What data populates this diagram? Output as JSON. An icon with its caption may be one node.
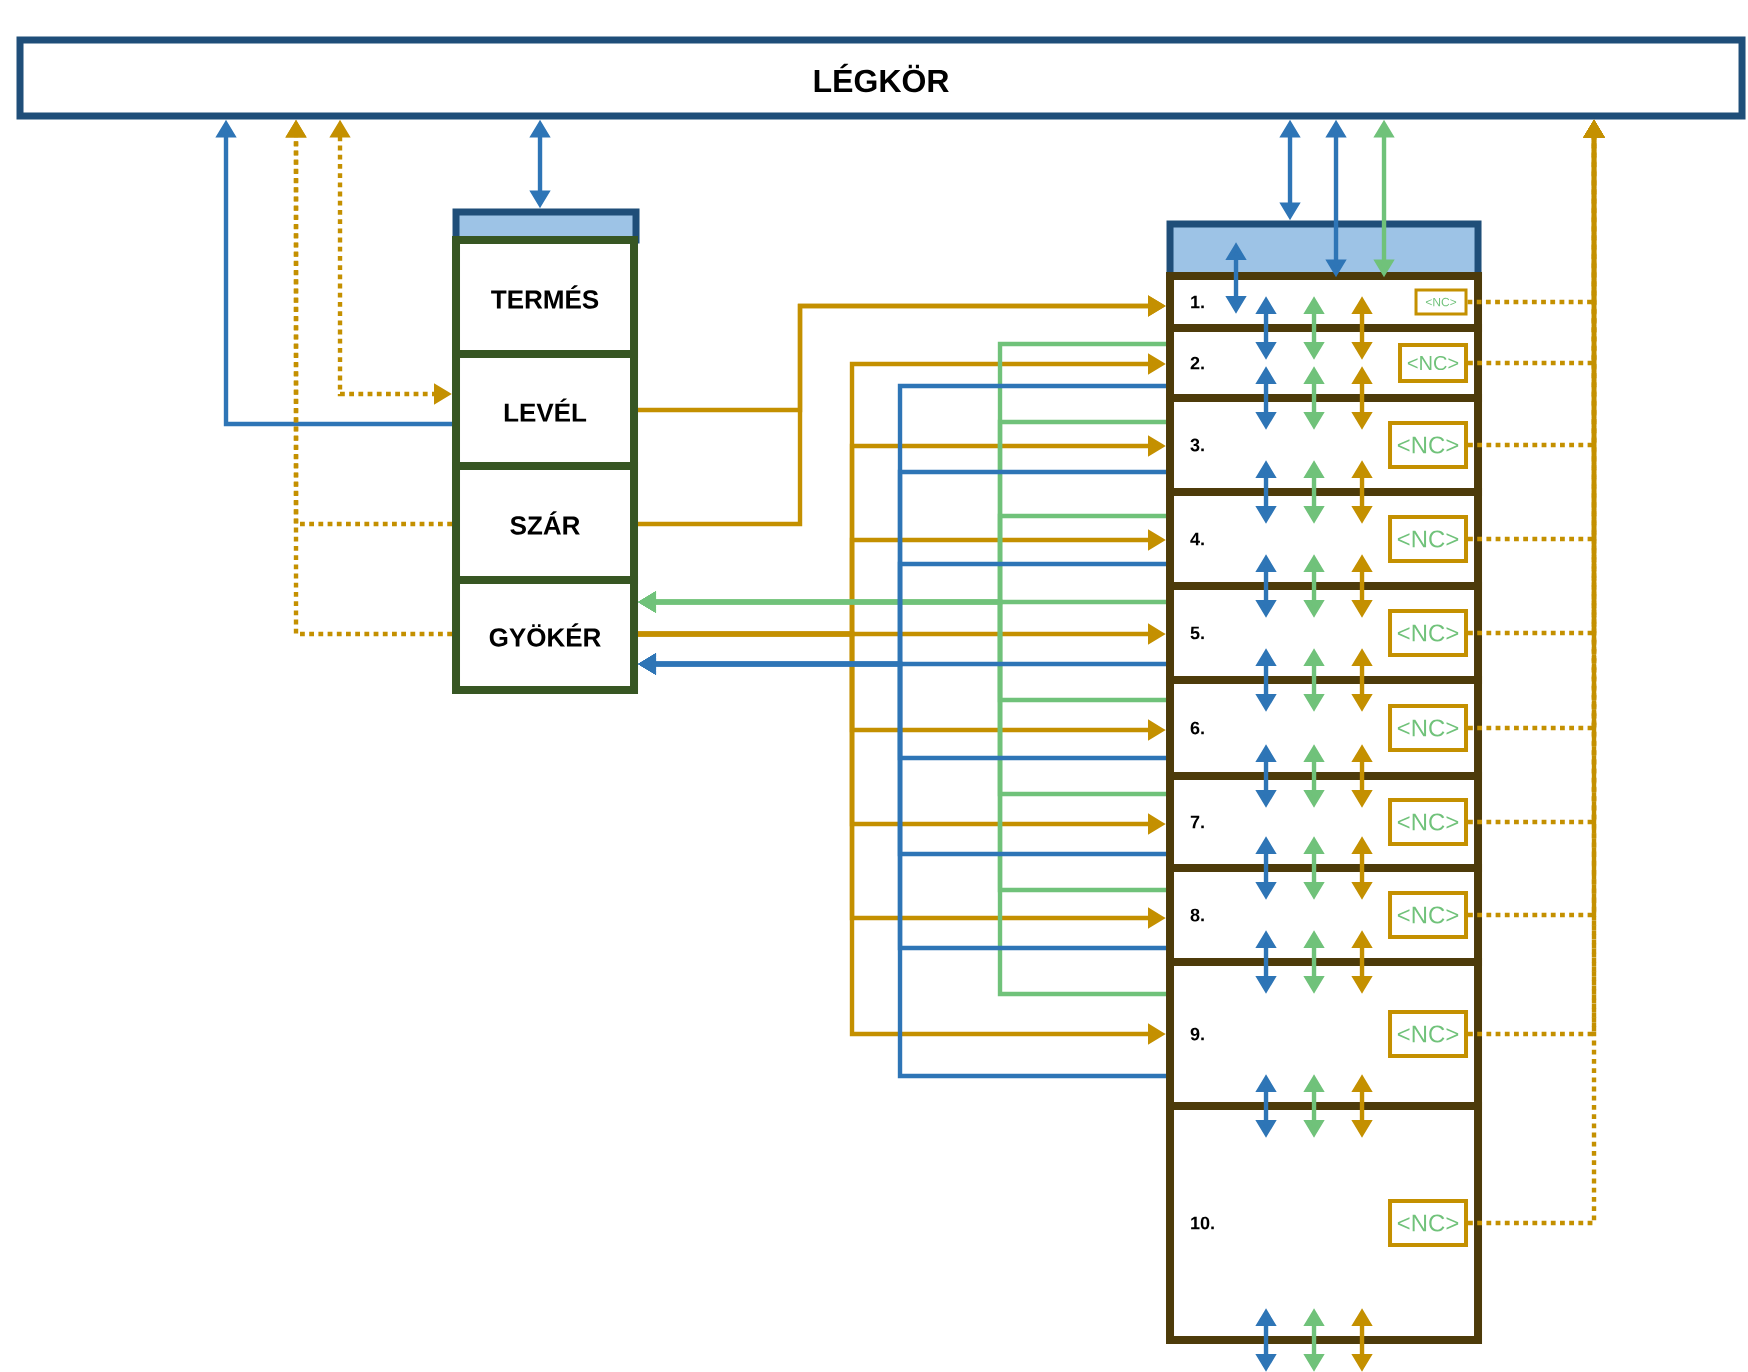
{
  "diagram": {
    "nodes": [
      {
        "text": [
          "LÉGKÖR"
        ]
      },
      {
        "text": [],
        "shape": "bar"
      },
      {
        "text": [
          "TERMÉS"
        ]
      },
      {
        "text": [
          "LEVÉL"
        ]
      },
      {
        "text": [
          "SZÁR"
        ]
      },
      {
        "text": [
          "GYÖKÉR"
        ]
      },
      {
        "text": [],
        "shape": "bar"
      },
      {
        "text": [
          "1."
        ]
      },
      {
        "text": [
          "2."
        ]
      },
      {
        "text": [
          "3."
        ]
      },
      {
        "text": [
          "4."
        ]
      },
      {
        "text": [
          "5."
        ]
      },
      {
        "text": [
          "6."
        ]
      },
      {
        "text": [
          "7."
        ]
      },
      {
        "text": [
          "8."
        ]
      },
      {
        "text": [
          "9."
        ]
      },
      {
        "text": [
          "10."
        ]
      },
      {
        "text": [
          "<NC>"
        ],
        "in": 7
      },
      {
        "text": [
          "<NC>"
        ],
        "in": 8
      },
      {
        "text": [
          "<NC>"
        ],
        "in": 9
      },
      {
        "text": [
          "<NC>"
        ],
        "in": 10
      },
      {
        "text": [
          "<NC>"
        ],
        "in": 11
      },
      {
        "text": [
          "<NC>"
        ],
        "in": 12
      },
      {
        "text": [
          "<NC>"
        ],
        "in": 13
      },
      {
        "text": [
          "<NC>"
        ],
        "in": 14
      },
      {
        "text": [
          "<NC>"
        ],
        "in": 15
      },
      {
        "text": [
          "<NC>"
        ],
        "in": 16
      }
    ],
    "edges": [
      {
        "from": 3,
        "to": 0,
        "arrow": "to",
        "color": "#2e75b6"
      },
      {
        "from": 4,
        "to": 0,
        "arrow": "to",
        "style": "dashed"
      },
      {
        "from": 5,
        "to": 0,
        "arrow": "to",
        "style": "dashed"
      },
      {
        "from": 0,
        "to": 3,
        "arrow": "both",
        "style": "dashed"
      },
      {
        "from": 1,
        "to": 0,
        "arrow": "both",
        "color": "#2e75b6"
      },
      {
        "from": 3,
        "to": 7,
        "arrow": "to"
      },
      {
        "from": 4,
        "to": 7,
        "arrow": "to"
      },
      {
        "from": 5,
        "to": 8,
        "arrow": "to"
      },
      {
        "from": 5,
        "to": 9,
        "arrow": "to"
      },
      {
        "from": 5,
        "to": 10,
        "arrow": "to"
      },
      {
        "from": 5,
        "to": 11,
        "arrow": "to"
      },
      {
        "from": 5,
        "to": 12,
        "arrow": "to"
      },
      {
        "from": 5,
        "to": 13,
        "arrow": "to"
      },
      {
        "from": 5,
        "to": 14,
        "arrow": "to"
      },
      {
        "from": 5,
        "to": 15,
        "arrow": "to"
      },
      {
        "from": 8,
        "to": 5,
        "arrow": "to",
        "color": "#70c27a"
      },
      {
        "from": 9,
        "to": 5,
        "arrow": "to",
        "color": "#70c27a"
      },
      {
        "from": 10,
        "to": 5,
        "arrow": "to",
        "color": "#70c27a"
      },
      {
        "from": 11,
        "to": 5,
        "arrow": "to",
        "color": "#70c27a"
      },
      {
        "from": 12,
        "to": 5,
        "arrow": "to",
        "color": "#70c27a"
      },
      {
        "from": 13,
        "to": 5,
        "arrow": "to",
        "color": "#70c27a"
      },
      {
        "from": 14,
        "to": 5,
        "arrow": "to",
        "color": "#70c27a"
      },
      {
        "from": 15,
        "to": 5,
        "arrow": "to",
        "color": "#70c27a"
      },
      {
        "from": 8,
        "to": 5,
        "arrow": "to",
        "color": "#2e75b6"
      },
      {
        "from": 9,
        "to": 5,
        "arrow": "to",
        "color": "#2e75b6"
      },
      {
        "from": 10,
        "to": 5,
        "arrow": "to",
        "color": "#2e75b6"
      },
      {
        "from": 11,
        "to": 5,
        "arrow": "to",
        "color": "#2e75b6"
      },
      {
        "from": 12,
        "to": 5,
        "arrow": "to",
        "color": "#2e75b6"
      },
      {
        "from": 13,
        "to": 5,
        "arrow": "to",
        "color": "#2e75b6"
      },
      {
        "from": 14,
        "to": 5,
        "arrow": "to",
        "color": "#2e75b6"
      },
      {
        "from": 15,
        "to": 5,
        "arrow": "to",
        "color": "#2e75b6"
      },
      {
        "from": 6,
        "to": 0,
        "arrow": "both",
        "color": "#2e75b6"
      },
      {
        "from": 6,
        "to": 0,
        "arrow": "both",
        "color": "#2e75b6"
      },
      {
        "from": 6,
        "to": 0,
        "arrow": "both",
        "color": "#70c27a"
      },
      {
        "from": 6,
        "to": 7,
        "arrow": "both",
        "color": "#2e75b6"
      },
      {
        "from": 7,
        "to": 8,
        "arrow": "both",
        "color": "#2e75b6"
      },
      {
        "from": 7,
        "to": 8,
        "arrow": "both",
        "color": "#70c27a"
      },
      {
        "from": 7,
        "to": 8,
        "arrow": "both"
      },
      {
        "from": 8,
        "to": 9,
        "arrow": "both",
        "color": "#2e75b6"
      },
      {
        "from": 8,
        "to": 9,
        "arrow": "both",
        "color": "#70c27a"
      },
      {
        "from": 8,
        "to": 9,
        "arrow": "both"
      },
      {
        "from": 9,
        "to": 10,
        "arrow": "both",
        "color": "#2e75b6"
      },
      {
        "from": 9,
        "to": 10,
        "arrow": "both",
        "color": "#70c27a"
      },
      {
        "from": 9,
        "to": 10,
        "arrow": "both"
      },
      {
        "from": 10,
        "to": 11,
        "arrow": "both",
        "color": "#2e75b6"
      },
      {
        "from": 10,
        "to": 11,
        "arrow": "both",
        "color": "#70c27a"
      },
      {
        "from": 10,
        "to": 11,
        "arrow": "both"
      },
      {
        "from": 11,
        "to": 12,
        "arrow": "both",
        "color": "#2e75b6"
      },
      {
        "from": 11,
        "to": 12,
        "arrow": "both",
        "color": "#70c27a"
      },
      {
        "from": 11,
        "to": 12,
        "arrow": "both"
      },
      {
        "from": 12,
        "to": 13,
        "arrow": "both",
        "color": "#2e75b6"
      },
      {
        "from": 12,
        "to": 13,
        "arrow": "both",
        "color": "#70c27a"
      },
      {
        "from": 12,
        "to": 13,
        "arrow": "both"
      },
      {
        "from": 13,
        "to": 14,
        "arrow": "both",
        "color": "#2e75b6"
      },
      {
        "from": 13,
        "to": 14,
        "arrow": "both",
        "color": "#70c27a"
      },
      {
        "from": 13,
        "to": 14,
        "arrow": "both"
      },
      {
        "from": 14,
        "to": 15,
        "arrow": "both",
        "color": "#2e75b6"
      },
      {
        "from": 14,
        "to": 15,
        "arrow": "both",
        "color": "#70c27a"
      },
      {
        "from": 14,
        "to": 15,
        "arrow": "both"
      },
      {
        "from": 15,
        "to": 16,
        "arrow": "both",
        "color": "#2e75b6"
      },
      {
        "from": 15,
        "to": 16,
        "arrow": "both",
        "color": "#70c27a"
      },
      {
        "from": 15,
        "to": 16,
        "arrow": "both"
      },
      {
        "from": 16,
        "to": null,
        "arrow": "both",
        "color": "#2e75b6"
      },
      {
        "from": 16,
        "to": null,
        "arrow": "both",
        "color": "#70c27a"
      },
      {
        "from": 16,
        "to": null,
        "arrow": "both"
      },
      {
        "from": 17,
        "to": 0,
        "arrow": "to",
        "style": "dashed"
      },
      {
        "from": 18,
        "to": 0,
        "arrow": "to",
        "style": "dashed"
      },
      {
        "from": 19,
        "to": 0,
        "arrow": "to",
        "style": "dashed"
      },
      {
        "from": 20,
        "to": 0,
        "arrow": "to",
        "style": "dashed"
      },
      {
        "from": 21,
        "to": 0,
        "arrow": "to",
        "style": "dashed"
      },
      {
        "from": 22,
        "to": 0,
        "arrow": "to",
        "style": "dashed"
      },
      {
        "from": 23,
        "to": 0,
        "arrow": "to",
        "style": "dashed"
      },
      {
        "from": 24,
        "to": 0,
        "arrow": "to",
        "style": "dashed"
      },
      {
        "from": 25,
        "to": 0,
        "arrow": "to",
        "style": "dashed"
      },
      {
        "from": 26,
        "to": 0,
        "arrow": "to",
        "style": "dashed"
      }
    ]
  }
}
